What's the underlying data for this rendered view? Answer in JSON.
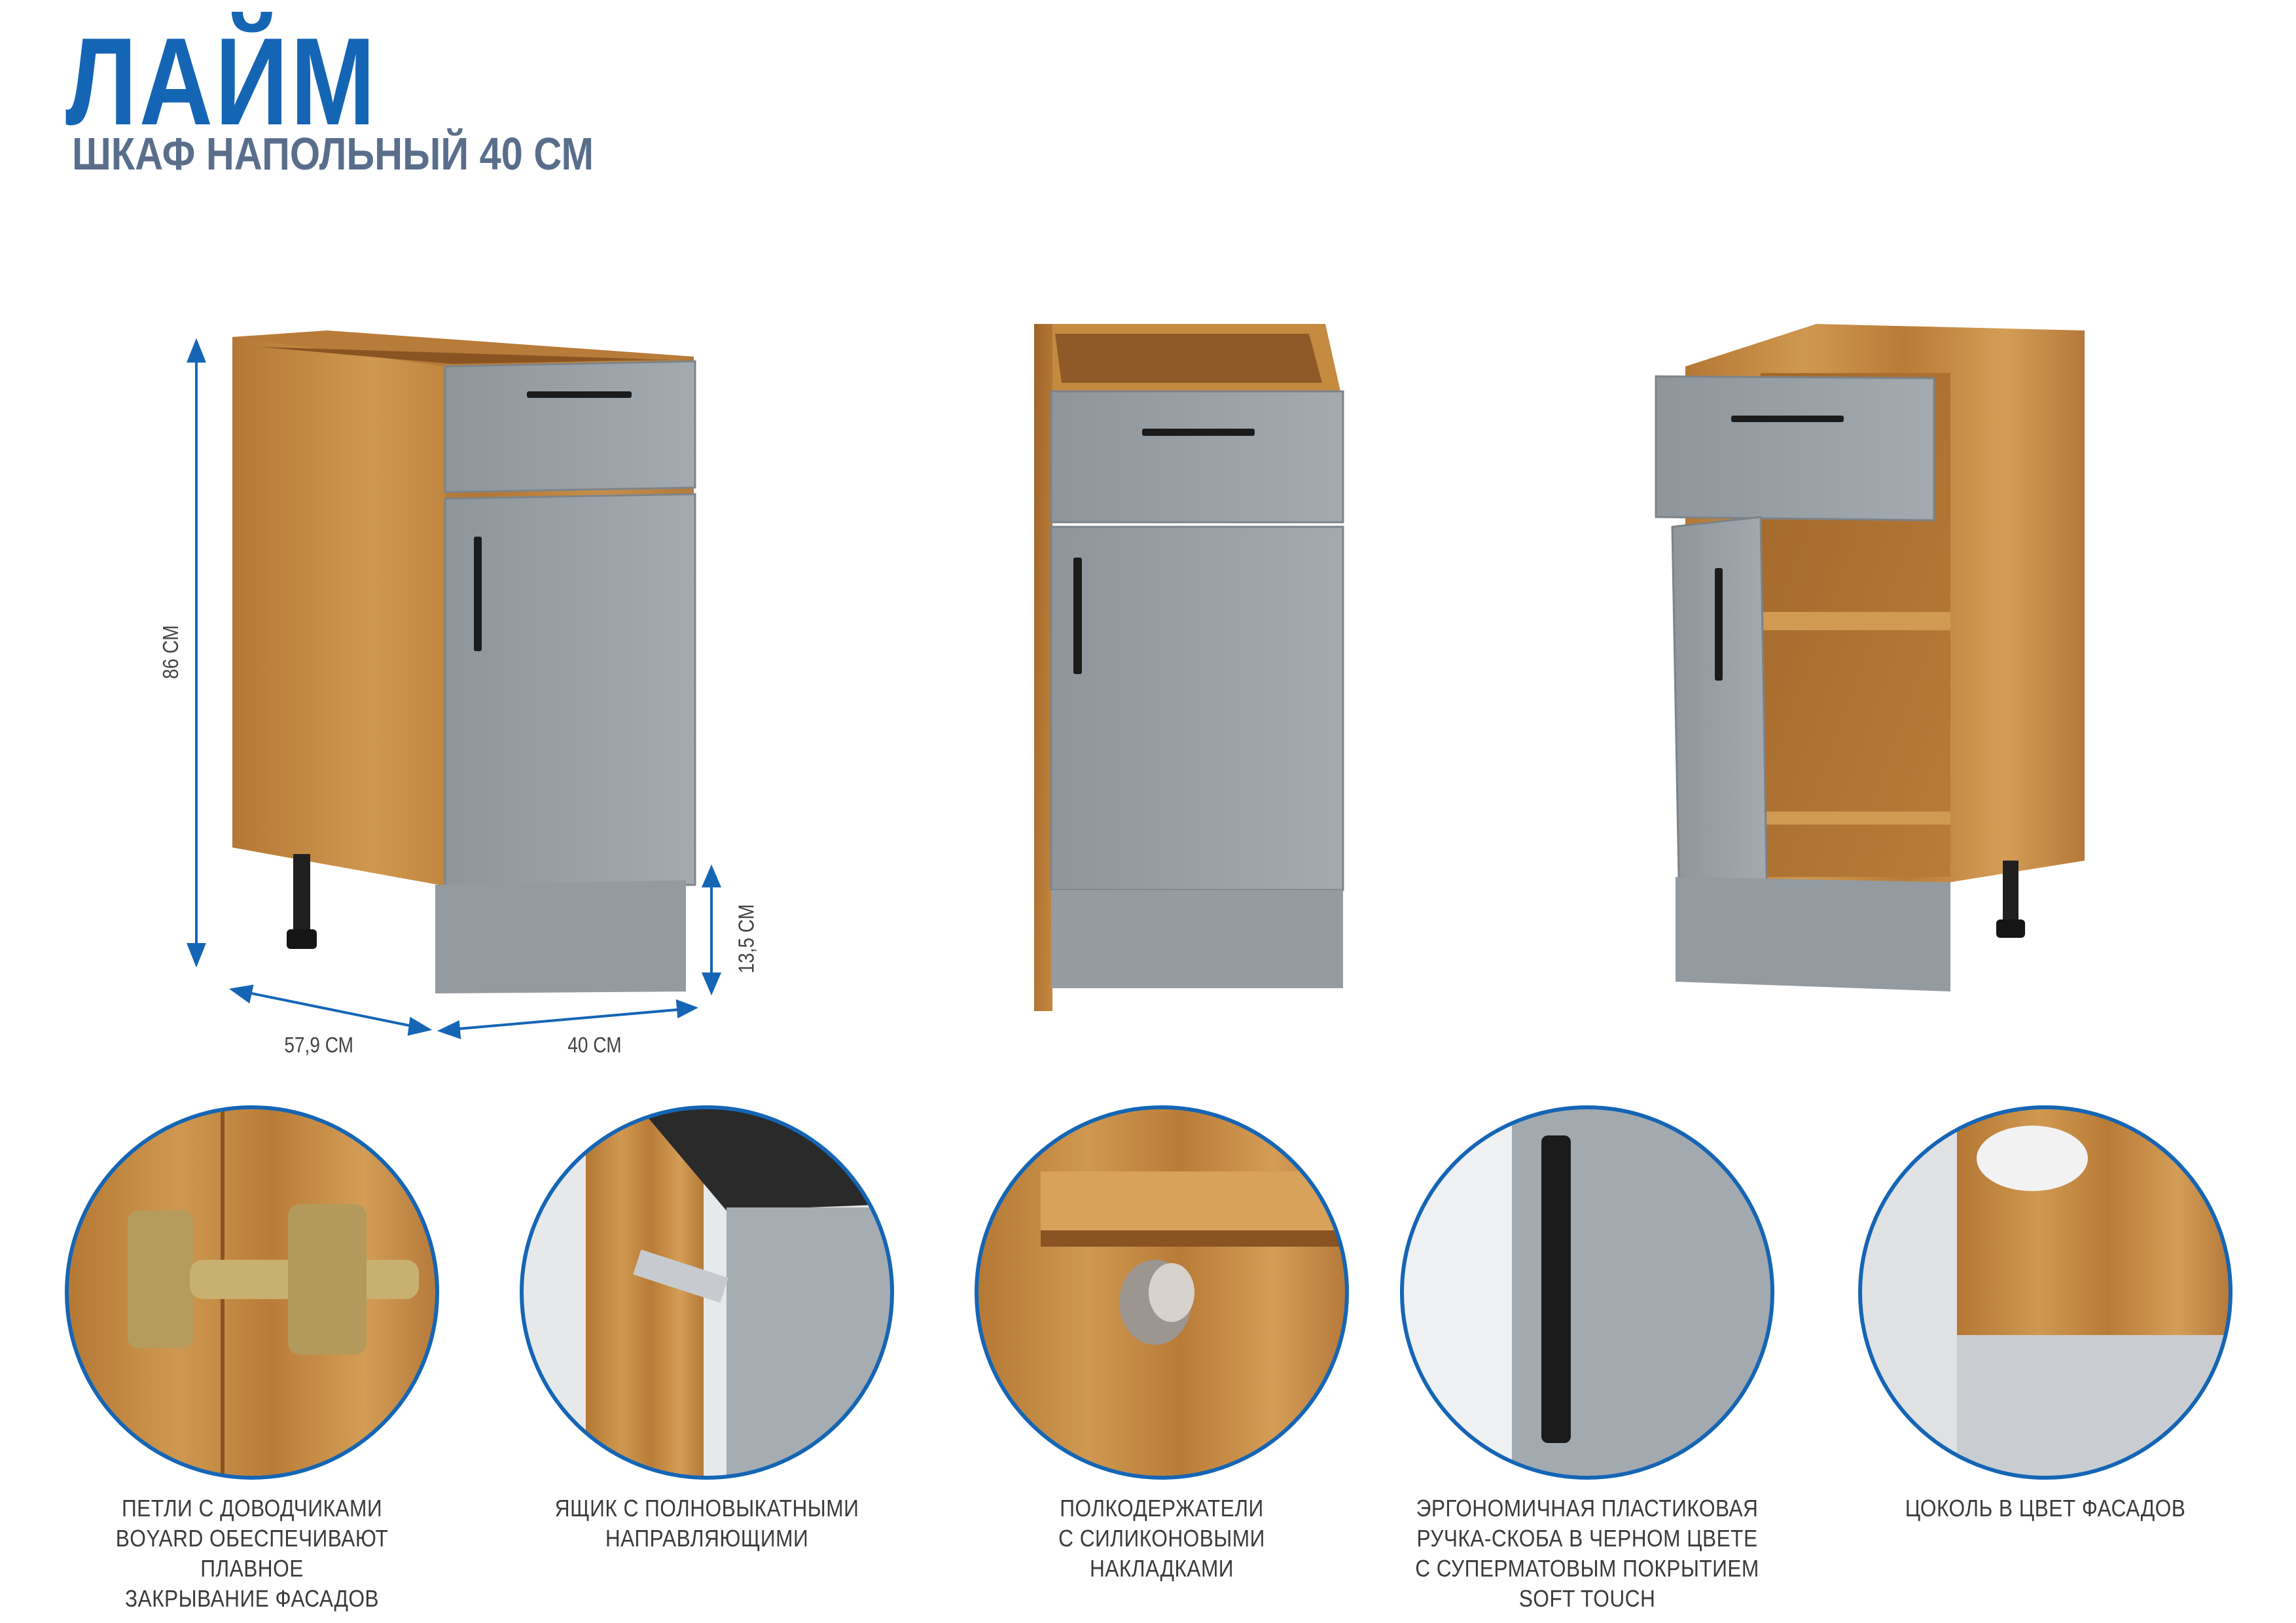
{
  "header": {
    "title": "ЛАЙМ",
    "subtitle": "ШКАФ НАПОЛЬНЫЙ 40 СМ"
  },
  "dimensions": {
    "height": "86 СМ",
    "plinth": "13,5 СМ",
    "depth": "57,9 СМ",
    "width": "40 СМ"
  },
  "features": [
    {
      "lines": [
        "ПЕТЛИ С ДОВОДЧИКАМИ",
        "BOYARD ОБЕСПЕЧИВАЮТ ПЛАВНОЕ",
        "ЗАКРЫВАНИЕ ФАСАДОВ"
      ]
    },
    {
      "lines": [
        "ЯЩИК С ПОЛНОВЫКАТНЫМИ",
        "НАПРАВЛЯЮЩИМИ"
      ]
    },
    {
      "lines": [
        "ПОЛКОДЕРЖАТЕЛИ",
        "С СИЛИКОНОВЫМИ НАКЛАДКАМИ"
      ]
    },
    {
      "lines": [
        "ЭРГОНОМИЧНАЯ ПЛАСТИКОВАЯ",
        "РУЧКА-СКОБА В ЧЕРНОМ ЦВЕТЕ",
        "С СУПЕРМАТОВЫМ ПОКРЫТИЕМ",
        "SOFT TOUCH"
      ]
    },
    {
      "lines": [
        "ЦОКОЛЬ В ЦВЕТ ФАСАДОВ"
      ]
    }
  ],
  "colors": {
    "brand_blue": "#1565b5",
    "subtitle_gray": "#5a6e8c",
    "facade_gray": "#9aa1a7",
    "wood": "#c48a3f",
    "handle_black": "#1b1b1b"
  }
}
